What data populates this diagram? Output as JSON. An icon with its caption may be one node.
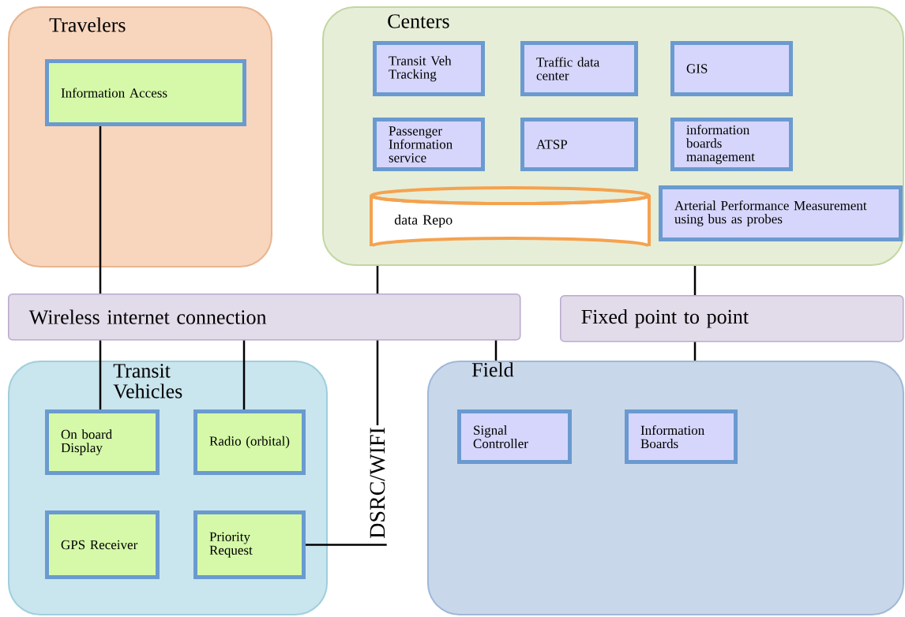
{
  "diagram": {
    "nodes": [
      {
        "text": [
          "Travelers"
        ]
      },
      {
        "text": [
          "Information Access"
        ],
        "in": 0
      },
      {
        "text": [
          "Centers"
        ]
      },
      {
        "text": [
          "Transit Veh Tracking"
        ],
        "in": 2
      },
      {
        "text": [
          "Traffic data center"
        ],
        "in": 2
      },
      {
        "text": [
          "GIS"
        ],
        "in": 2
      },
      {
        "text": [
          "Passenger Information service"
        ],
        "in": 2
      },
      {
        "text": [
          "ATSP"
        ],
        "in": 2
      },
      {
        "text": [
          "information boards management"
        ],
        "in": 2
      },
      {
        "text": [
          "data Repo"
        ],
        "in": 2
      },
      {
        "text": [
          "Arterial Performance Measurement using bus as probes"
        ],
        "in": 2
      },
      {
        "text": [
          "Wireless internet connection"
        ]
      },
      {
        "text": [
          "Fixed point to point"
        ]
      },
      {
        "text": [
          "Transit Vehicles"
        ]
      },
      {
        "text": [
          "On board Display"
        ],
        "in": 13
      },
      {
        "text": [
          "Radio (orbital)"
        ],
        "in": 13
      },
      {
        "text": [
          "GPS Receiver"
        ],
        "in": 13
      },
      {
        "text": [
          "Priority Request"
        ],
        "in": 13
      },
      {
        "text": [
          "DSRC/WIFI"
        ]
      },
      {
        "text": [
          "Field"
        ]
      },
      {
        "text": [
          "Signal Controller"
        ],
        "in": 19
      },
      {
        "text": [
          "Information Boards"
        ],
        "in": 19
      }
    ],
    "edges": [
      {
        "from": 1,
        "to": 11,
        "arrow": "none"
      },
      {
        "from": 11,
        "to": 14,
        "arrow": "none"
      },
      {
        "from": 11,
        "to": 15,
        "arrow": "none"
      },
      {
        "from": 2,
        "to": 11,
        "arrow": "none"
      },
      {
        "from": 11,
        "to": 18,
        "arrow": "none"
      },
      {
        "from": 11,
        "to": 19,
        "arrow": "none"
      },
      {
        "from": 2,
        "to": 12,
        "arrow": "none"
      },
      {
        "from": 12,
        "to": 19,
        "arrow": "none"
      },
      {
        "from": 17,
        "to": 18,
        "arrow": "none"
      }
    ]
  }
}
